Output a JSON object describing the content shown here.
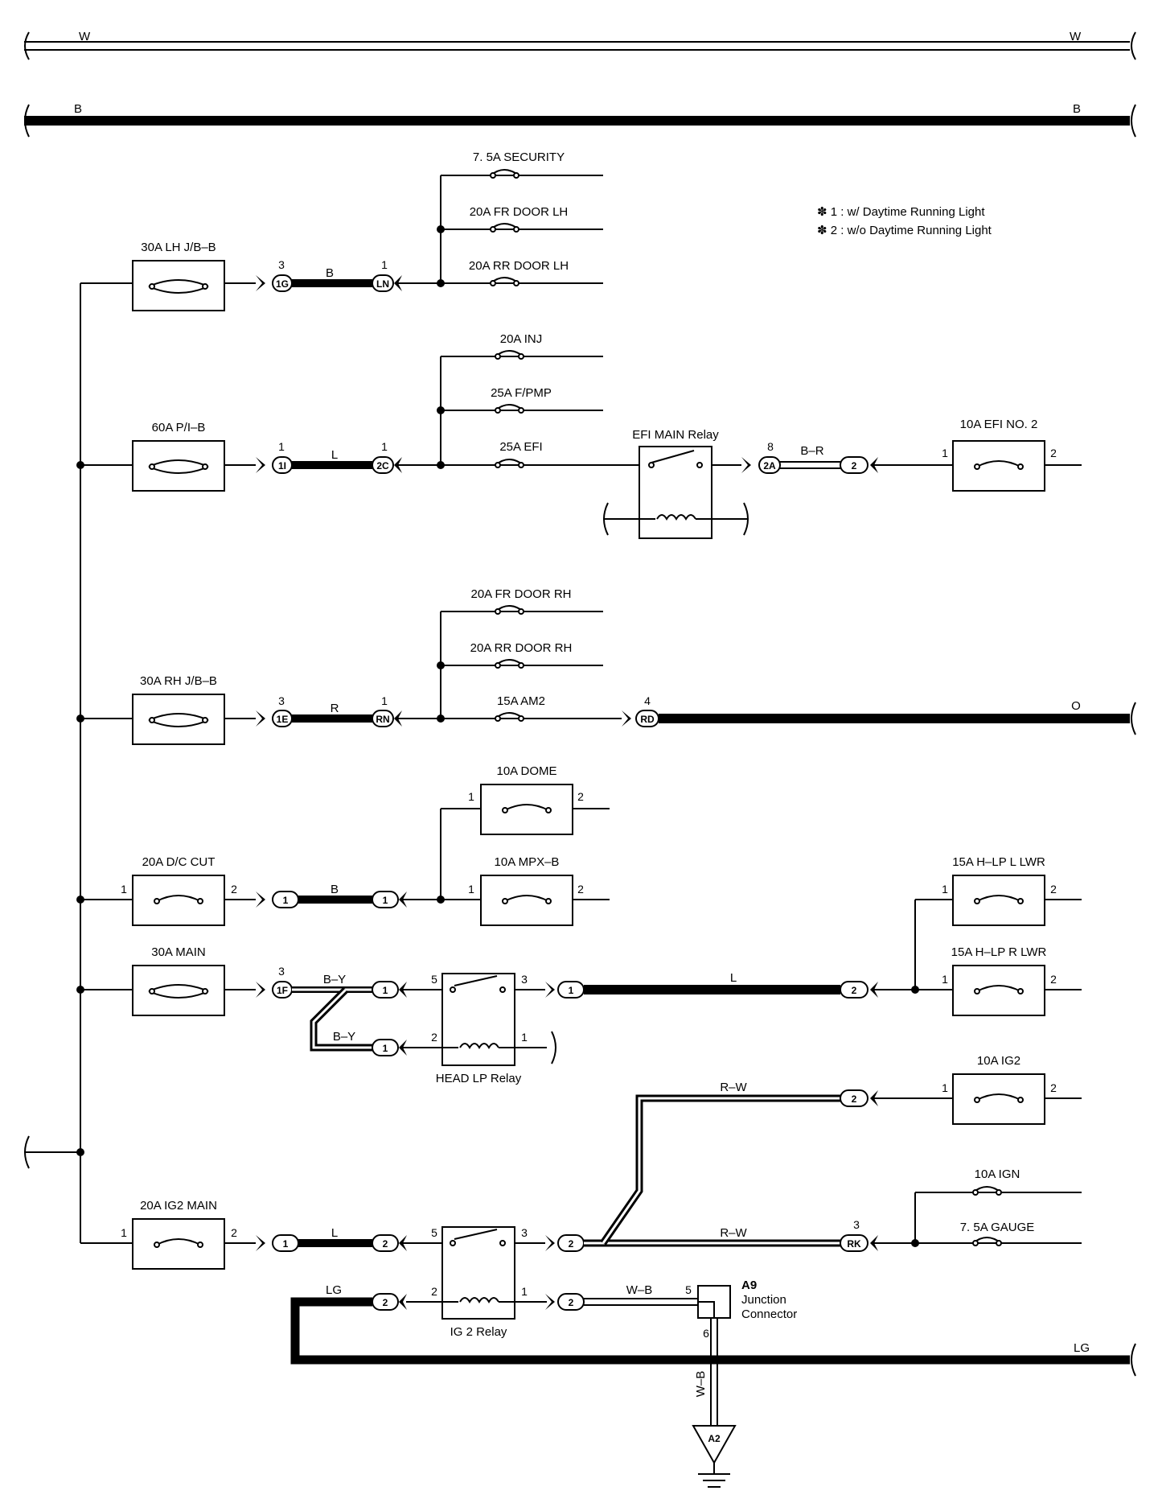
{
  "notes": {
    "note1": "✽ 1 : w/ Daytime Running Light",
    "note2": "✽ 2 : w/o Daytime Running Light"
  },
  "top_wires": {
    "w": "W",
    "b": "B"
  },
  "branches": {
    "security": "7. 5A SECURITY",
    "fr_door_lh": "20A FR DOOR LH",
    "rr_door_lh": "20A RR DOOR LH",
    "inj": "20A INJ",
    "fpmp": "25A F/PMP",
    "efi": "25A EFI",
    "fr_door_rh": "20A FR DOOR RH",
    "rr_door_rh": "20A RR DOOR RH",
    "am2": "15A AM2",
    "ign": "10A IGN",
    "gauge": "7. 5A GAUGE"
  },
  "fuses": {
    "lh_jb": "30A LH J/B–B",
    "pib": "60A P/I–B",
    "rh_jb": "30A RH J/B–B",
    "dcc": "20A D/C CUT",
    "main": "30A MAIN",
    "ig2main": "20A IG2 MAIN",
    "efi2": "10A EFI NO. 2",
    "dome": "10A DOME",
    "mpxb": "10A MPX–B",
    "hlpl": "15A H–LP L LWR",
    "hlpr": "15A H–LP R LWR",
    "ig2": "10A IG2"
  },
  "relays": {
    "efi_main": "EFI MAIN Relay",
    "head_lp": "HEAD LP Relay",
    "ig2": "IG 2 Relay"
  },
  "connectors": {
    "c1g": "1G",
    "cln": "LN",
    "c1i": "1I",
    "c2c": "2C",
    "c2a": "2A",
    "c1e": "1E",
    "crn": "RN",
    "crd": "RD",
    "c1f": "1F",
    "crk": "RK",
    "one": "1",
    "two": "2"
  },
  "wires": {
    "b": "B",
    "l": "L",
    "br": "B–R",
    "r": "R",
    "o": "O",
    "by": "B–Y",
    "rw": "R–W",
    "lg": "LG",
    "wb": "W–B"
  },
  "pins": {
    "p1": "1",
    "p2": "2",
    "p3": "3",
    "p4": "4",
    "p5": "5",
    "p6": "6",
    "p8": "8"
  },
  "junction": {
    "id": "A9",
    "line1": "Junction",
    "line2": "Connector"
  },
  "ground": {
    "id": "A2"
  }
}
